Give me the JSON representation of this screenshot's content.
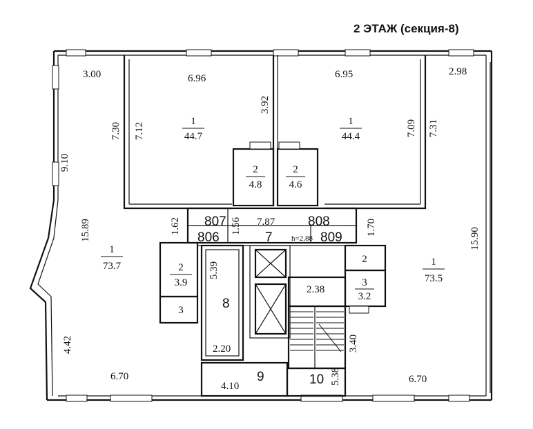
{
  "title": "2  ЭТАЖ (секция-8)",
  "room_numbers": {
    "r807": "807",
    "r808": "808",
    "r806": "806",
    "r7": "7",
    "r809": "809",
    "r9": "9",
    "r10": "10",
    "r8": "8"
  },
  "ceiling_height": "h=2.88",
  "rooms": {
    "nw_room": {
      "num": "1",
      "area": "44.7"
    },
    "ne_room": {
      "num": "1",
      "area": "44.4"
    },
    "closet_left": {
      "num": "2",
      "area": "4.8"
    },
    "closet_right": {
      "num": "2",
      "area": "4.6"
    },
    "west_hall": {
      "num": "1",
      "area": "73.7"
    },
    "west_small": {
      "num": "2",
      "area": "3.9"
    },
    "west_wc": {
      "num": "3"
    },
    "east_hall": {
      "num": "1",
      "area": "73.5"
    },
    "east_small2": {
      "num": "2"
    },
    "east_small3": {
      "num": "3",
      "area": "3.2"
    }
  },
  "dimensions": {
    "d300": "3.00",
    "d696": "6.96",
    "d392": "3.92",
    "d695": "6.95",
    "d298": "2.98",
    "d730": "7.30",
    "d712": "7.12",
    "d709": "7.09",
    "d731": "7.31",
    "d910": "9.10",
    "d1589": "15.89",
    "d1590": "15.90",
    "d162": "1.62",
    "d156": "1.56",
    "d787": "7.87",
    "d170": "1.70",
    "d539": "5.39",
    "d238": "2.38",
    "d442": "4.42",
    "d670w": "6.70",
    "d670e": "6.70",
    "d220": "2.20",
    "d410": "4.10",
    "d340": "3.40",
    "d538": "5.38"
  }
}
